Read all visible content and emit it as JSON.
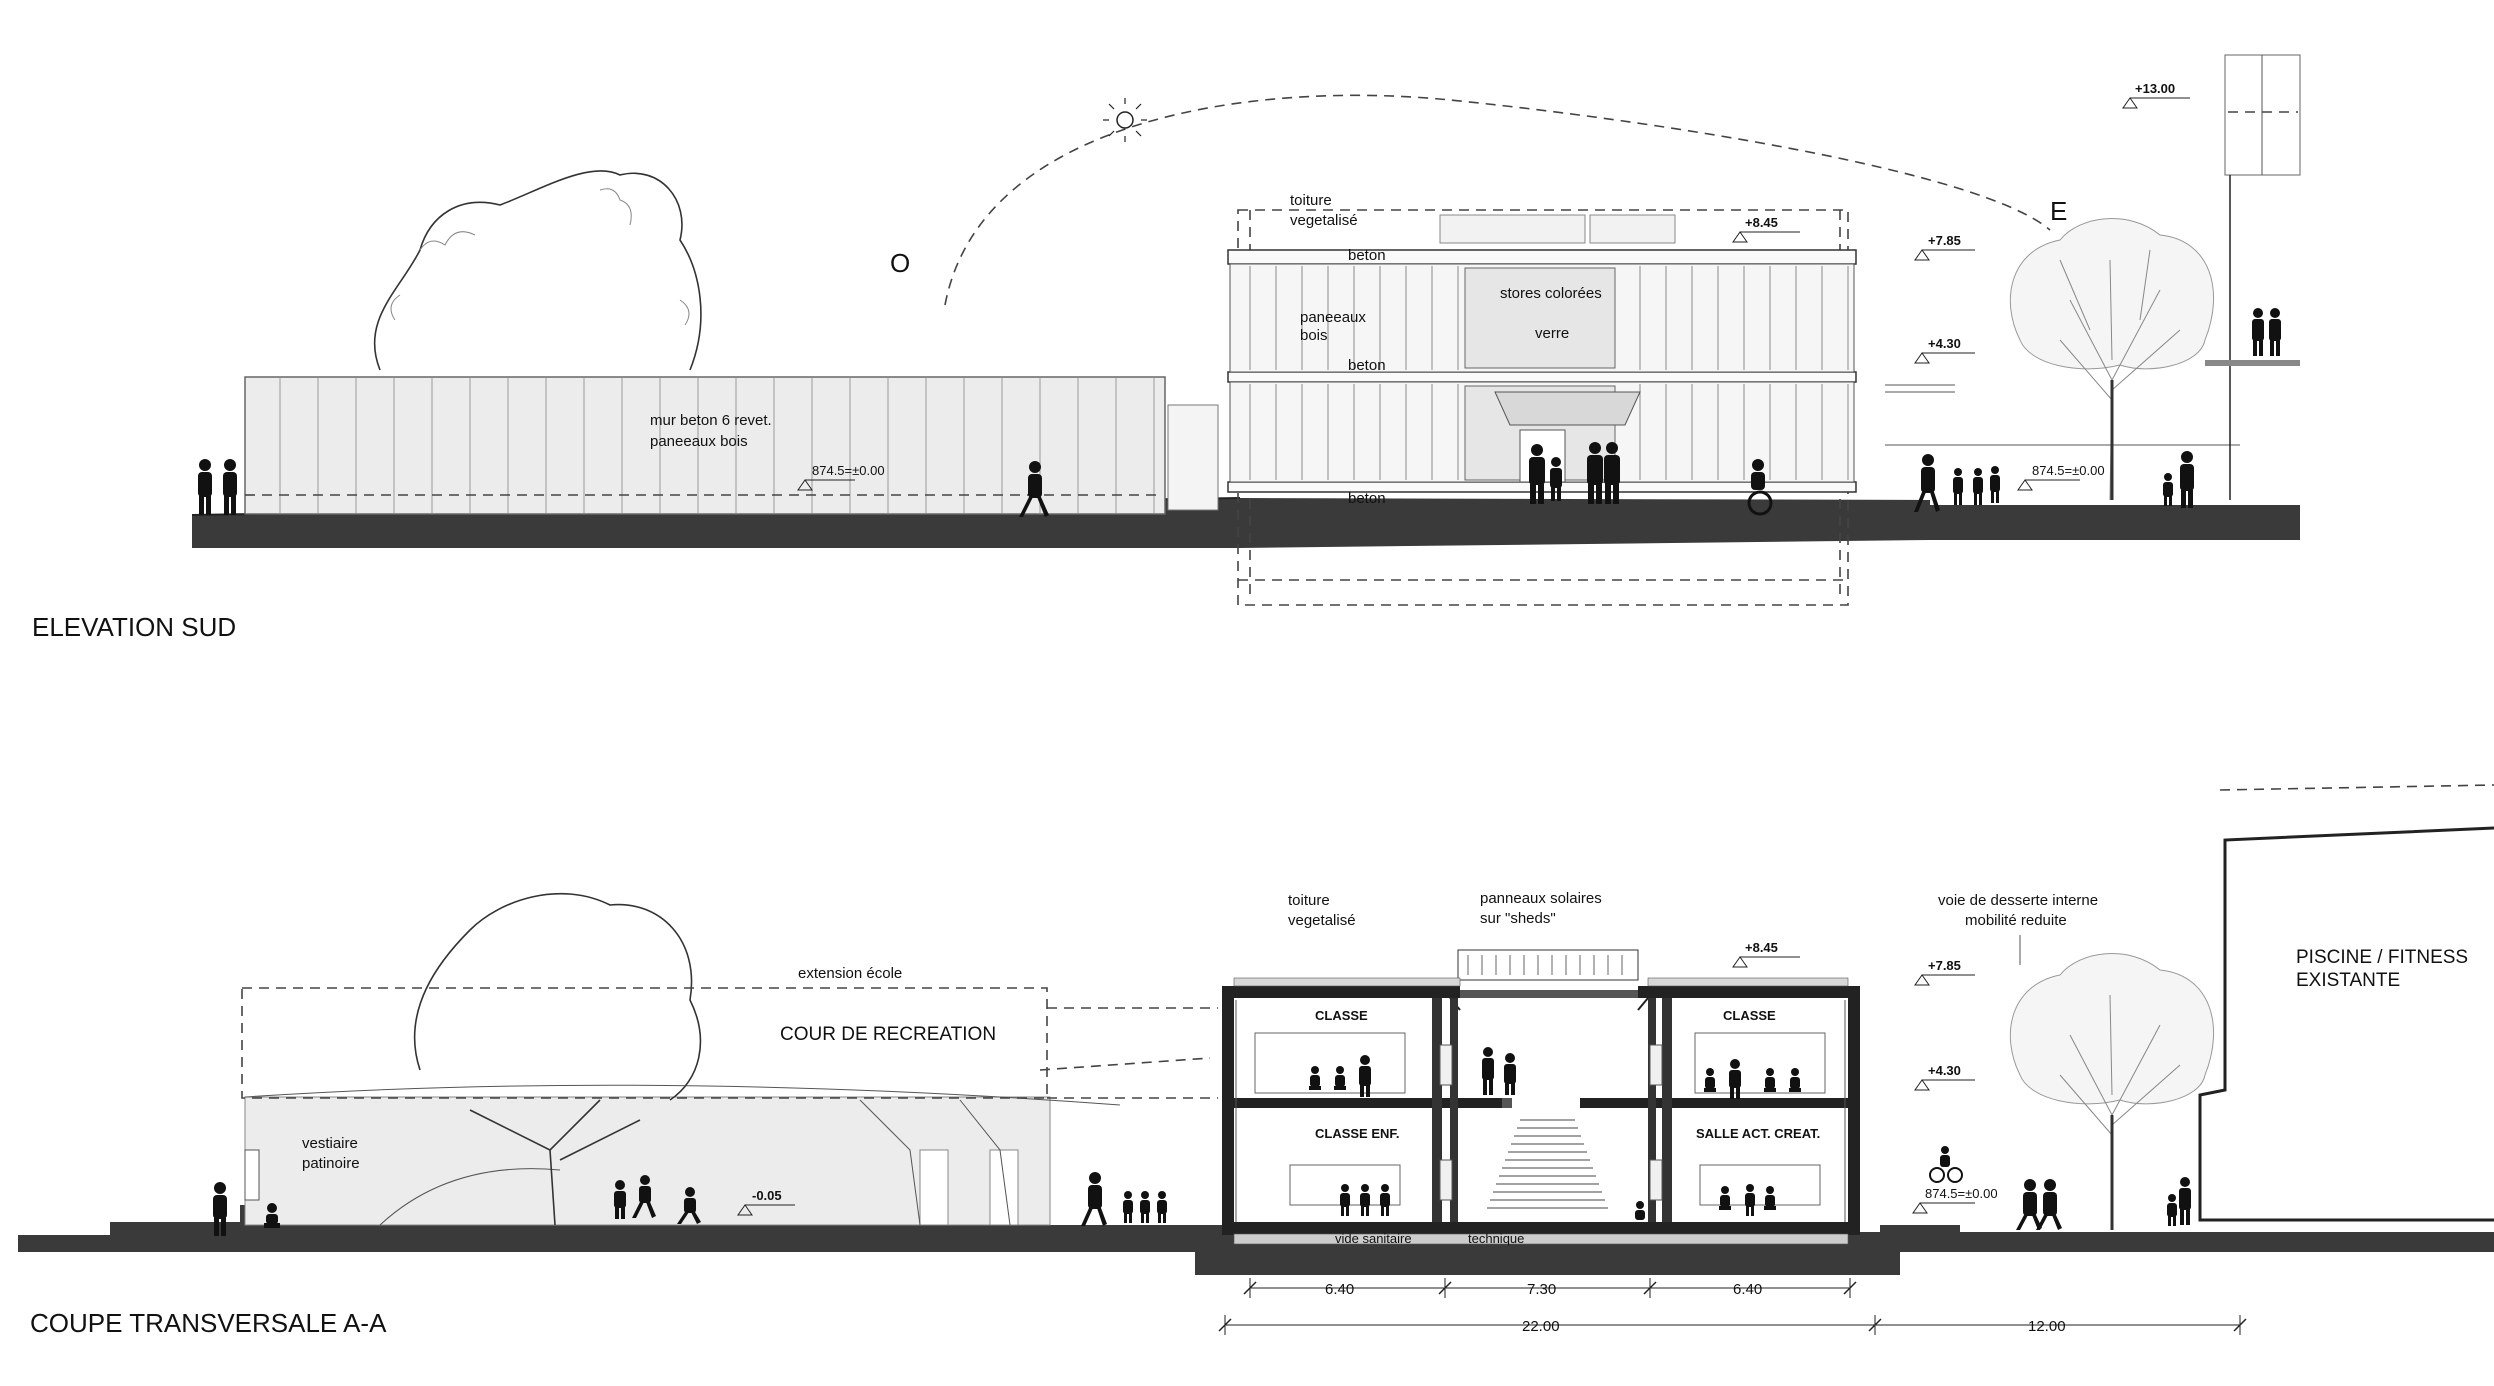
{
  "elevation": {
    "title": "ELEVATION SUD",
    "orientation_west": "O",
    "orientation_east": "E",
    "wall_label_1": "mur beton 6 revet.",
    "wall_label_2": "paneeaux bois",
    "level_left": "874.5=±0.00",
    "level_right": "874.5=±0.00",
    "roof_1": "toiture",
    "roof_2": "vegetalisé",
    "beton_top": "beton",
    "beton_mid": "beton",
    "beton_bottom": "beton",
    "stores": "stores colorées",
    "panels_1": "paneeaux",
    "panels_2": "bois",
    "verre": "verre",
    "lv_845": "+8.45",
    "lv_785": "+7.85",
    "lv_430": "+4.30",
    "lv_1300": "+13.00"
  },
  "section": {
    "title": "COUPE TRANSVERSALE A-A",
    "roof_1": "toiture",
    "roof_2": "vegetalisé",
    "solar_1": "panneaux solaires",
    "solar_2": "sur \"sheds\"",
    "extension": "extension école",
    "courtyard": "COUR DE RECREATION",
    "locker_1": "vestiaire",
    "locker_2": "patinoire",
    "lv_005": "-0.05",
    "lv_845": "+8.45",
    "lv_785": "+7.85",
    "lv_430": "+4.30",
    "lv_ground": "874.5=±0.00",
    "room_classe_1": "CLASSE",
    "room_classe_2": "CLASSE",
    "room_classe_enf": "CLASSE ENF.",
    "room_salle": "SALLE ACT. CREAT.",
    "crawlspace": "vide sanitaire",
    "technique": "technique",
    "road_1": "voie de desserte interne",
    "road_2": "mobilité reduite",
    "pool_1": "PISCINE / FITNESS",
    "pool_2": "EXISTANTE",
    "dims": {
      "d1": "6.40",
      "d2": "7.30",
      "d3": "6.40",
      "total": "22.00",
      "road": "12.00"
    }
  }
}
